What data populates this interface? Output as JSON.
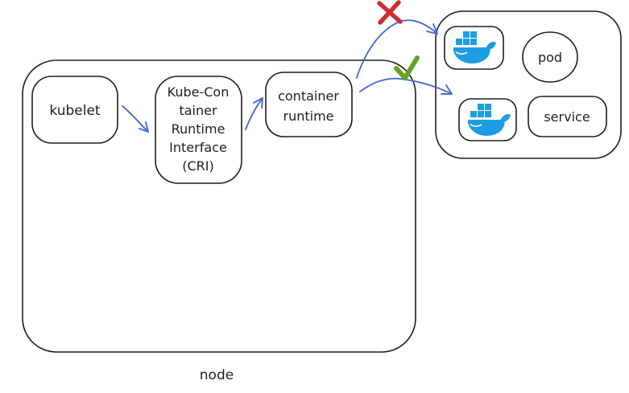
{
  "colors": {
    "stroke": "#1e1e1e",
    "arrow_blue": "#4a6bd4",
    "docker_blue": "#1d9ee3",
    "cross_red": "#c93030",
    "check_green": "#67a322",
    "background": "#ffffff"
  },
  "node": {
    "label": "node"
  },
  "kubelet": {
    "label": "kubelet"
  },
  "cri": {
    "lines": [
      "Kube-Con",
      "tainer",
      "Runtime",
      "Interface",
      "(CRI)"
    ]
  },
  "container_runtime": {
    "lines": [
      "container",
      "runtime"
    ]
  },
  "cluster": {
    "pod_label": "pod",
    "service_label": "service"
  },
  "icons": {
    "top_container": "docker-whale-icon",
    "bottom_container": "docker-whale-icon",
    "rejected_path_mark": "red-cross-icon",
    "accepted_path_mark": "green-check-icon"
  }
}
